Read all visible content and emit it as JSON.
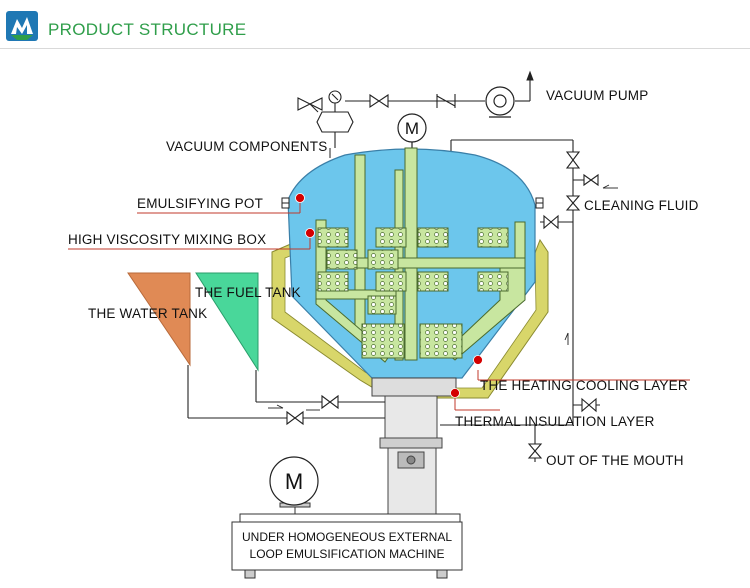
{
  "header": {
    "title": "PRODUCT STRUCTURE",
    "accent": "#2f9e4a",
    "logo_icon": "product-logo-icon"
  },
  "labels": {
    "vacuum_pump": "VACUUM PUMP",
    "vacuum_components": "VACUUM COMPONENTS",
    "emulsifying_pot": "EMULSIFYING POT",
    "high_viscosity_mixing_box": "HIGH VISCOSITY MIXING BOX",
    "the_fuel_tank": "THE FUEL TANK",
    "the_water_tank": "THE WATER TANK",
    "cleaning_fluid": "CLEANING FLUID",
    "heating_cooling_layer": "THE HEATING COOLING LAYER",
    "thermal_insulation_layer": "THERMAL INSULATION LAYER",
    "out_of_the_mouth": "OUT OF THE MOUTH",
    "machine_line1": "UNDER HOMOGENEOUS EXTERNAL",
    "machine_line2": "LOOP EMULSIFICATION MACHINE",
    "top_motor": "M",
    "bottom_motor": "M"
  },
  "colors": {
    "pot_fill": "#6cc6ec",
    "agitator": "#c8e6a0",
    "jacket": "#d8d66a",
    "water_tank": "#e08a55",
    "fuel_tank": "#49d79a",
    "marker": "#d40000",
    "leader": "#c0392b"
  }
}
